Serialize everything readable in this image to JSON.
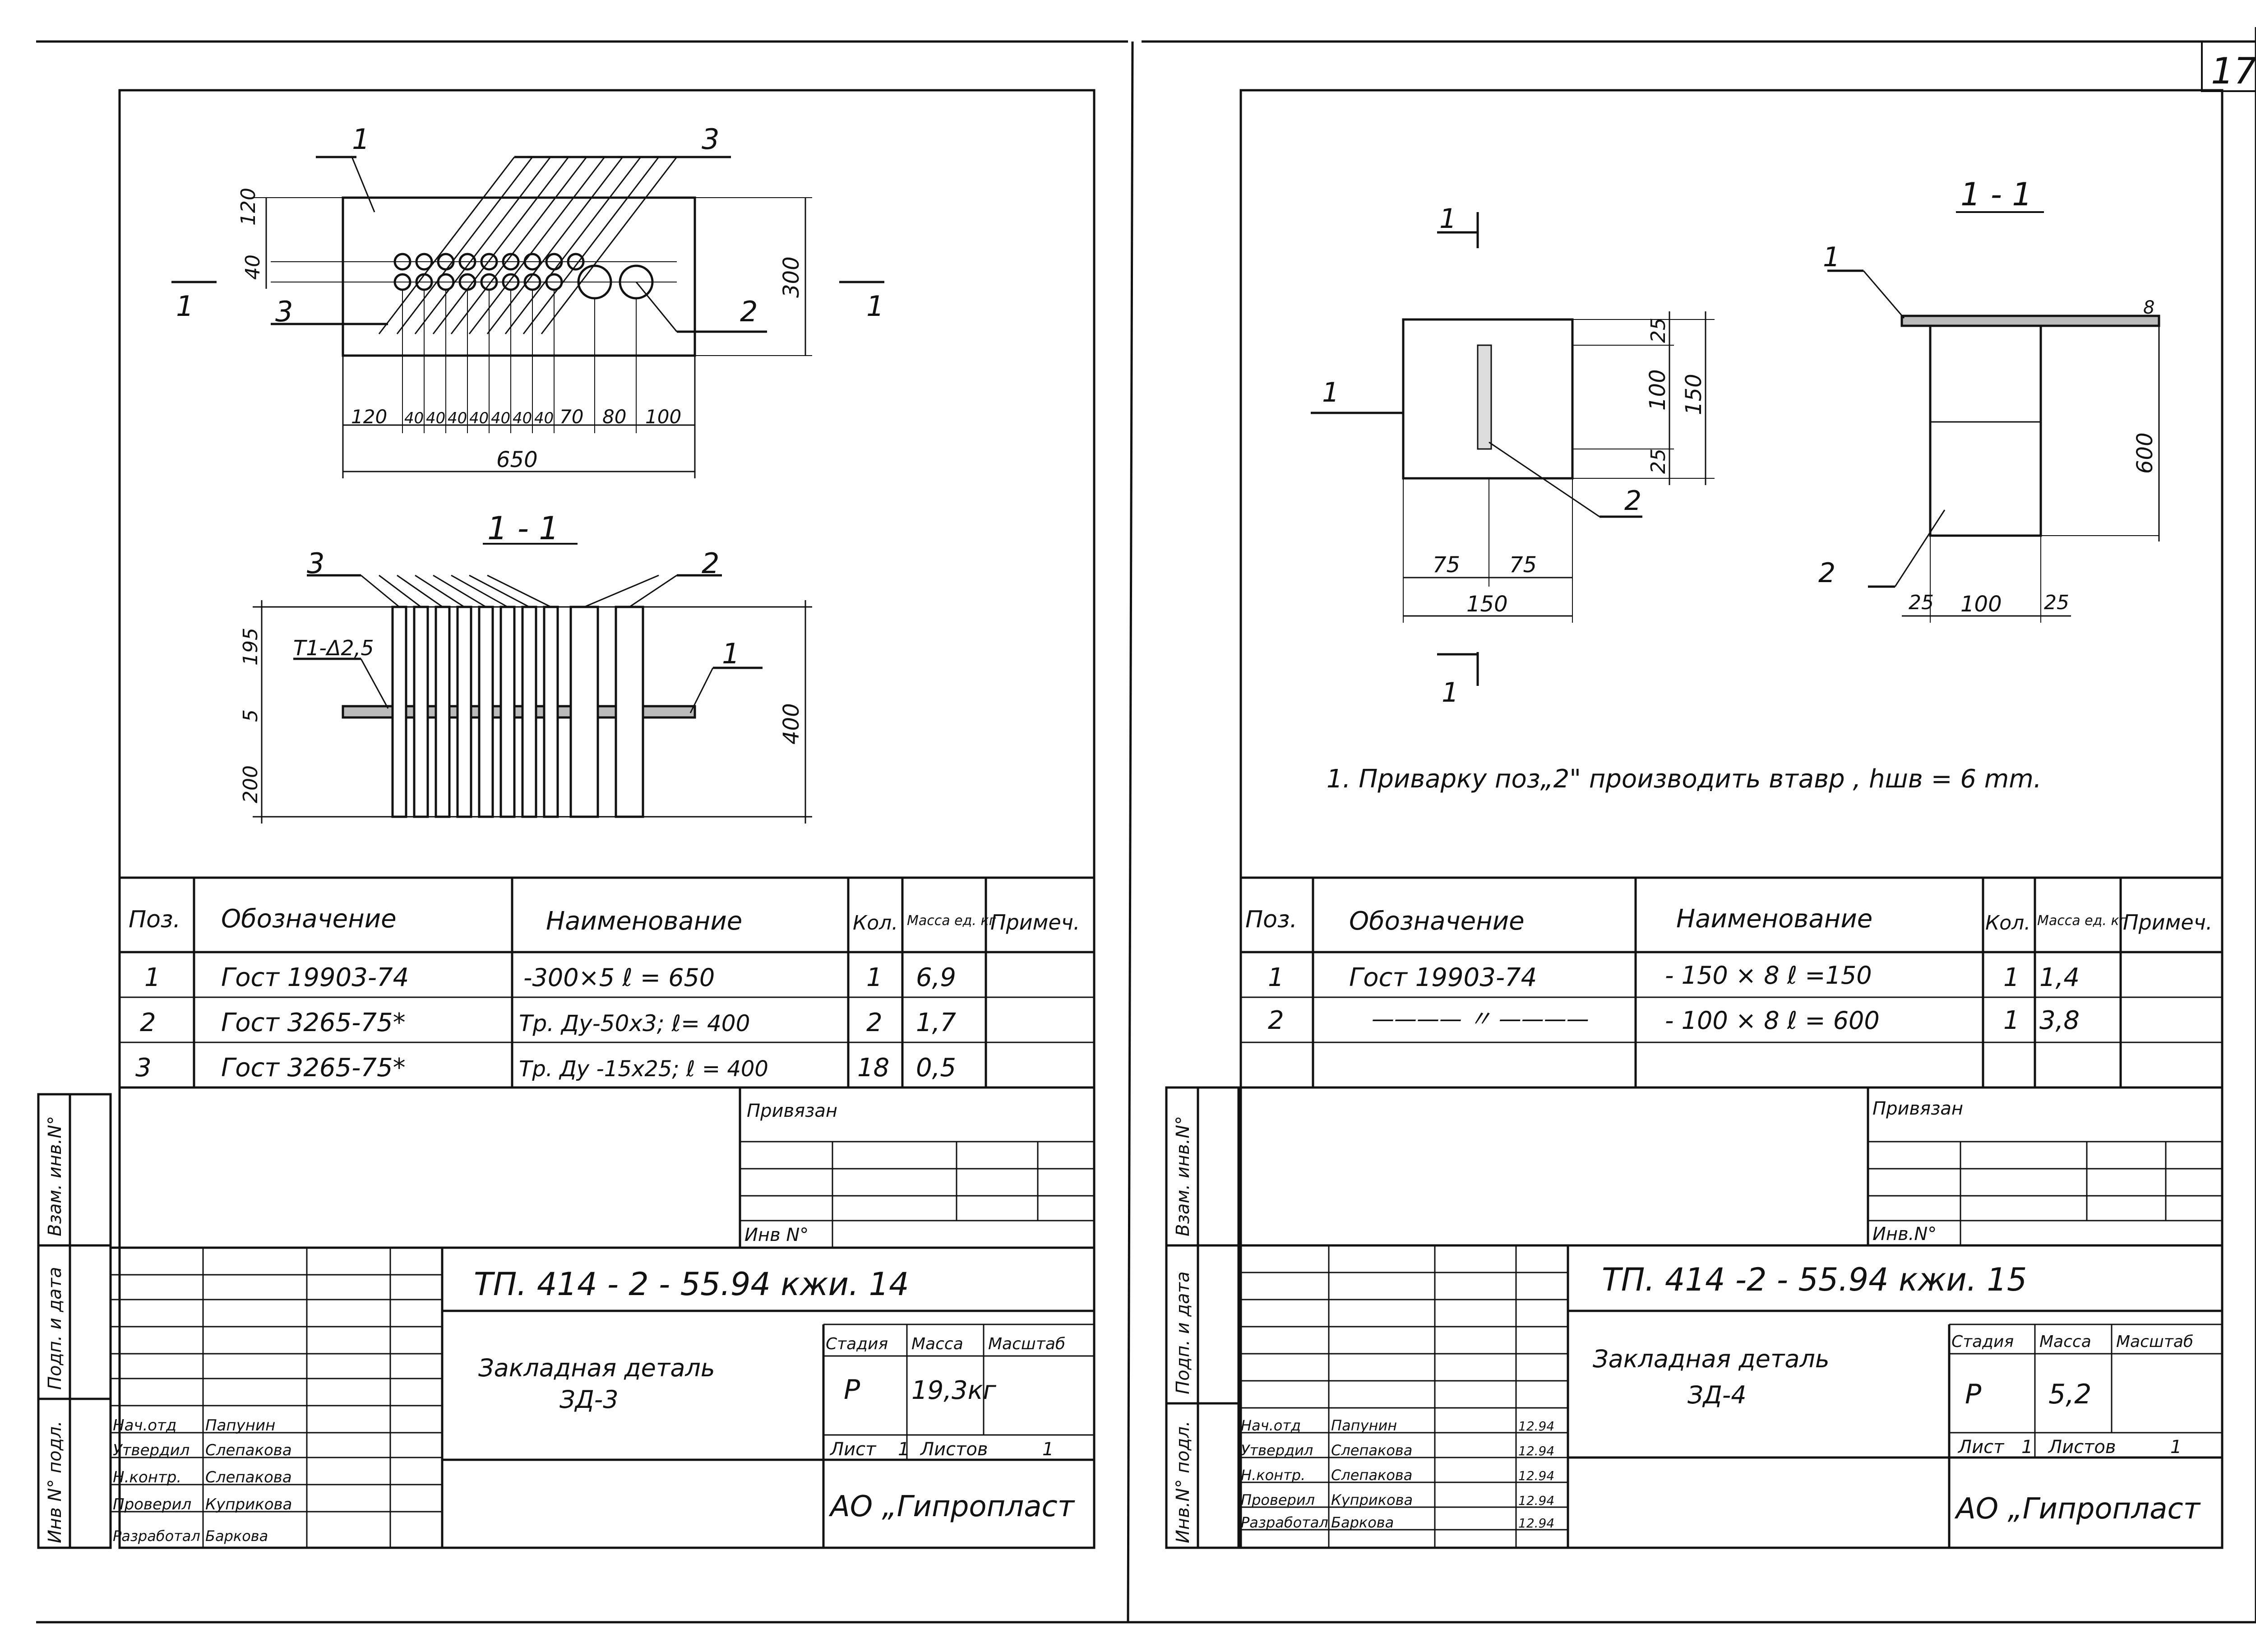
{
  "page_number": "17",
  "sheet1": {
    "plan": {
      "dims_h": [
        "120",
        "40",
        "40",
        "40",
        "40",
        "40",
        "40",
        "40",
        "70",
        "80",
        "100"
      ],
      "total_width": "650",
      "dims_v": [
        "120",
        "40"
      ],
      "height": "300",
      "callouts": [
        "1",
        "3",
        "3",
        "2"
      ],
      "cut_label": "1"
    },
    "section": {
      "title": "1 - 1",
      "weld": "T1-Δ2,5",
      "dims_v": [
        "195",
        "5",
        "200"
      ],
      "height": "400",
      "callouts": [
        "3",
        "2",
        "1"
      ]
    },
    "spec": {
      "headers": [
        "Поз.",
        "Обозначение",
        "Наименование",
        "Кол.",
        "Масса ед. кг",
        "Примеч."
      ],
      "rows": [
        [
          "1",
          "Гост 19903-74",
          "-300×5      ℓ = 650",
          "1",
          "6,9",
          ""
        ],
        [
          "2",
          "Гост 3265-75*",
          "Тр. Ду-50х3; ℓ= 400",
          "2",
          "1,7",
          ""
        ],
        [
          "3",
          "Гост 3265-75*",
          "Тр. Ду -15х25; ℓ = 400",
          "18",
          "0,5",
          ""
        ]
      ]
    },
    "stamp": {
      "privyazan": "Привязан",
      "inv_no": "Инв N°",
      "code": "ТП.  414 - 2 - 55.94   кжи. 14",
      "title_line1": "Закладная деталь",
      "title_line2": "ЗД-3",
      "stage_label": "Стадия",
      "mass_label": "Масса",
      "scale_label": "Масштаб",
      "stage": "Р",
      "mass": "19,3кг",
      "sheet_label": "Лист",
      "sheet": "1",
      "sheets_label": "Листов",
      "sheets": "1",
      "org": "АО „Гипропласт",
      "signatures": [
        {
          "role": "Нач.отд",
          "name": "Папунин",
          "date": ""
        },
        {
          "role": "Утвердил",
          "name": "Слепакова",
          "date": ""
        },
        {
          "role": "Н.контр.",
          "name": "Слепакова",
          "date": ""
        },
        {
          "role": "Проверил",
          "name": "Куприкова",
          "date": ""
        },
        {
          "role": "Разработал",
          "name": "Баркова",
          "date": ""
        }
      ],
      "side_labels": [
        "Взам. инв.N°",
        "Подп. и дата",
        "Инв N° подл."
      ]
    }
  },
  "sheet2": {
    "plan": {
      "dims_h": [
        "75",
        "75"
      ],
      "total_width": "150",
      "dims_v": [
        "25",
        "100",
        "25"
      ],
      "height": "150",
      "callouts": [
        "1",
        "2"
      ],
      "cut_label": "1"
    },
    "section": {
      "title": "1 - 1",
      "dims_h": [
        "25",
        "100",
        "25"
      ],
      "height": "600",
      "thickness": "8",
      "callouts": [
        "1",
        "2"
      ]
    },
    "note": "1. Приварку  поз„2\"  производить  втавр , hшв = 6 mm.",
    "spec": {
      "headers": [
        "Поз.",
        "Обозначение",
        "Наименование",
        "Кол.",
        "Масса ед. кг",
        "Примеч."
      ],
      "rows": [
        [
          "1",
          "Гост 19903-74",
          "- 150 × 8      ℓ =150",
          "1",
          "1,4",
          ""
        ],
        [
          "2",
          "———— 〃 ————",
          "- 100 × 8      ℓ = 600",
          "1",
          "3,8",
          ""
        ]
      ]
    },
    "stamp": {
      "privyazan": "Привязан",
      "inv_no": "Инв.N°",
      "code": "ТП.  414 -2 - 55.94    кжи. 15",
      "title_line1": "Закладная деталь",
      "title_line2": "ЗД-4",
      "stage_label": "Стадия",
      "mass_label": "Масса",
      "scale_label": "Масштаб",
      "stage": "Р",
      "mass": "5,2",
      "sheet_label": "Лист",
      "sheet": "1",
      "sheets_label": "Листов",
      "sheets": "1",
      "org": "АО „Гипропласт",
      "signatures": [
        {
          "role": "Нач.отд",
          "name": "Папунин",
          "date": "12.94"
        },
        {
          "role": "Утвердил",
          "name": "Слепакова",
          "date": "12.94"
        },
        {
          "role": "Н.контр.",
          "name": "Слепакова",
          "date": "12.94"
        },
        {
          "role": "Проверил",
          "name": "Куприкова",
          "date": "12.94"
        },
        {
          "role": "Разработал",
          "name": "Баркова",
          "date": "12.94"
        }
      ],
      "side_labels": [
        "Взам. инв.N°",
        "Подп. и дата",
        "Инв.N° подл."
      ]
    }
  }
}
